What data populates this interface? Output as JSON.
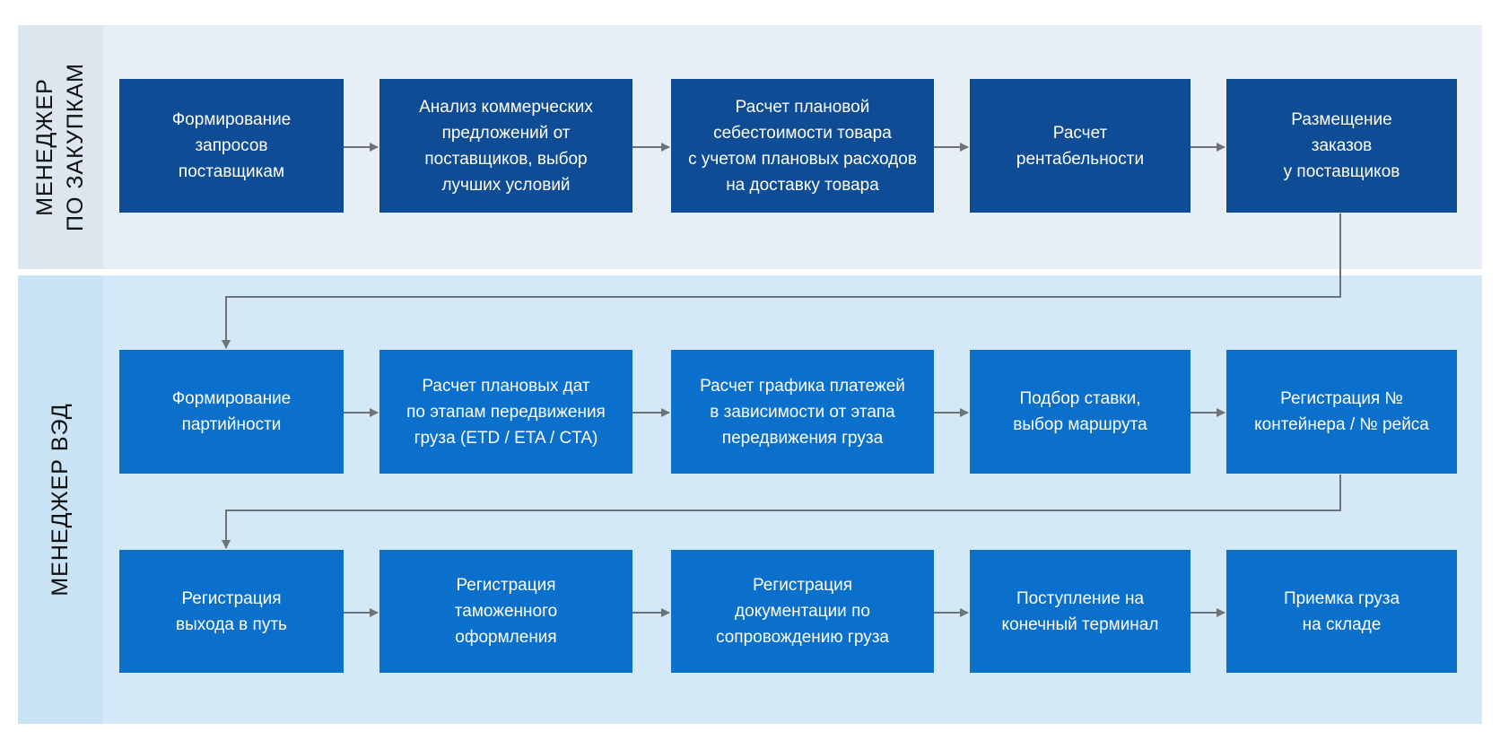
{
  "lanes": {
    "purchasing": {
      "label": "МЕНЕДЖЕР\nПО ЗАКУПКАМ"
    },
    "fea": {
      "label": "МЕНЕДЖЕР ВЭД"
    }
  },
  "steps": {
    "s1": "Формирование\nзапросов\nпоставщикам",
    "s2": "Анализ коммерческих\nпредложений от\nпоставщиков, выбор\nлучших условий",
    "s3": "Расчет плановой\nсебестоимости товара\nс учетом плановых расходов\nна доставку товара",
    "s4": "Расчет\nрентабельности",
    "s5": "Размещение\nзаказов\nу поставщиков",
    "s6": "Формирование\nпартийности",
    "s7": "Расчет плановых дат\nпо этапам передвижения\nгруза (ETD / ETA / CTA)",
    "s8": "Расчет графика платежей\nв зависимости от этапа\nпередвижения груза",
    "s9": "Подбор ставки,\nвыбор маршрута",
    "s10": "Регистрация №\nконтейнера / № рейса",
    "s11": "Регистрация\nвыхода в путь",
    "s12": "Регистрация\nтаможенного\nоформления",
    "s13": "Регистрация\nдокументации по\nсопровождению груза",
    "s14": "Поступление на\nконечный терминал",
    "s15": "Приемка груза\nна складе"
  },
  "colors": {
    "purchasing_box": "#0f4c96",
    "fea_box": "#0b6fcc",
    "connector": "#6e7378"
  }
}
